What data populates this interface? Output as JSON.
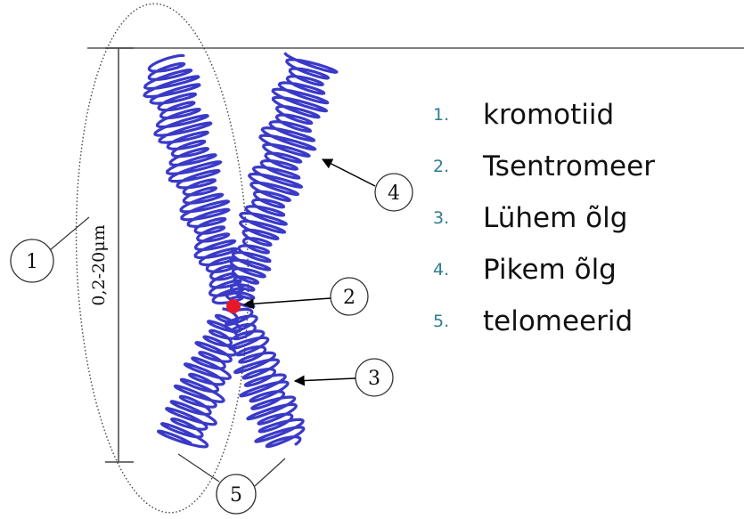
{
  "ruler": {
    "label": "0,2-20μm"
  },
  "callouts": [
    "1",
    "2",
    "3",
    "4",
    "5"
  ],
  "legend": [
    {
      "num": "1.",
      "text": "kromotiid"
    },
    {
      "num": "2.",
      "text": "Tsentromeer"
    },
    {
      "num": "3.",
      "text": "Lühem õlg"
    },
    {
      "num": "4.",
      "text": "Pikem õlg"
    },
    {
      "num": "5.",
      "text": "telomeerid"
    }
  ],
  "colors": {
    "chromatid": "#3a3ac8",
    "centromere": "#e8182a",
    "legend_number": "#2e7d8c"
  }
}
